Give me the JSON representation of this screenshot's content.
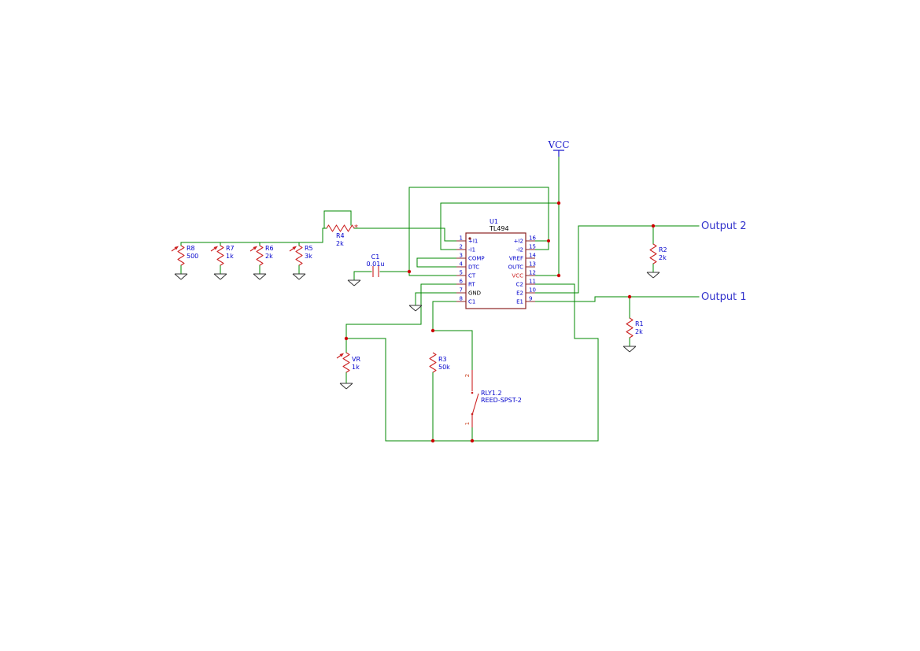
{
  "colors": {
    "wire_green": "#008800",
    "component_red": "#cc2222",
    "ic_outline_maroon": "#8b2323",
    "label_blue": "#0000cc",
    "port_blue": "#3333cc",
    "junction_red": "#cc0000",
    "ground_dark": "#333333",
    "background": "#ffffff"
  },
  "power": {
    "vcc": "VCC"
  },
  "ports": {
    "output1": "Output 1",
    "output2": "Output 2"
  },
  "ic": {
    "ref": "U1",
    "part": "TL494",
    "left_pins": [
      {
        "num": "1",
        "name": "+I1"
      },
      {
        "num": "2",
        "name": "-I1"
      },
      {
        "num": "3",
        "name": "COMP"
      },
      {
        "num": "4",
        "name": "DTC"
      },
      {
        "num": "5",
        "name": "CT"
      },
      {
        "num": "6",
        "name": "RT"
      },
      {
        "num": "7",
        "name": "GND"
      },
      {
        "num": "8",
        "name": "C1"
      }
    ],
    "right_pins": [
      {
        "num": "16",
        "name": "+I2"
      },
      {
        "num": "15",
        "name": "-I2"
      },
      {
        "num": "14",
        "name": "VREF"
      },
      {
        "num": "13",
        "name": "OUTC"
      },
      {
        "num": "12",
        "name": "VCC"
      },
      {
        "num": "11",
        "name": "C2"
      },
      {
        "num": "10",
        "name": "E2"
      },
      {
        "num": "9",
        "name": "E1"
      }
    ]
  },
  "components": {
    "R8": {
      "ref": "R8",
      "value": "500"
    },
    "R7": {
      "ref": "R7",
      "value": "1k"
    },
    "R6": {
      "ref": "R6",
      "value": "2k"
    },
    "R5": {
      "ref": "R5",
      "value": "3k"
    },
    "R4": {
      "ref": "R4",
      "value": "2k",
      "marker": "*"
    },
    "R3": {
      "ref": "R3",
      "value": "50k"
    },
    "R2": {
      "ref": "R2",
      "value": "2k"
    },
    "R1": {
      "ref": "R1",
      "value": "2k"
    },
    "VR": {
      "ref": "VR",
      "value": "1k"
    },
    "C1": {
      "ref": "C1",
      "value": "0.01u"
    },
    "RLY": {
      "ref": "RLY1.2",
      "value": "REED-SPST-2",
      "pin_top": "2",
      "pin_bottom": "1"
    }
  }
}
